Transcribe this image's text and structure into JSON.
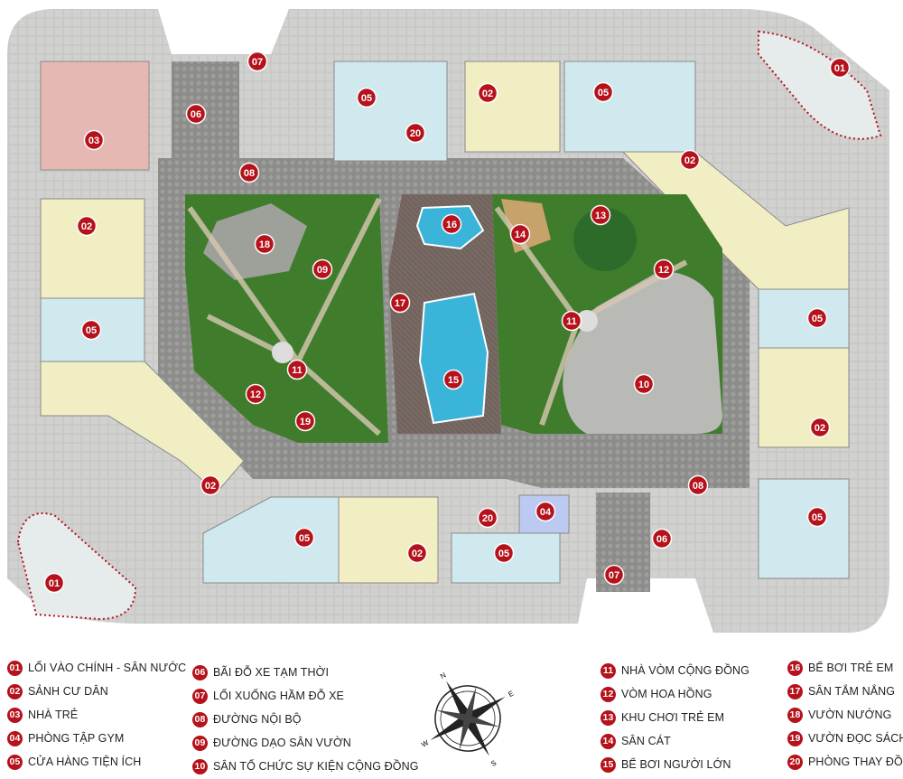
{
  "colors": {
    "marker": "#b5121b",
    "paving": "#c9c9c7",
    "road": "#8c8c8a",
    "garden": "#3f7d2c",
    "lawn": "#6ea84a",
    "pool": "#3bb4d9",
    "deck": "#7a6a62",
    "shop": "#cfe9ef",
    "lobby": "#f2eec4",
    "nursery": "#e6b8b3",
    "gym": "#bcc9f0",
    "plaza": "#b9b9b6"
  },
  "compass": {
    "n": "N",
    "e": "E",
    "s": "S",
    "w": "W"
  },
  "map_markers": [
    "01",
    "01",
    "02",
    "02",
    "02",
    "02",
    "02",
    "02",
    "03",
    "04",
    "05",
    "05",
    "05",
    "05",
    "05",
    "05",
    "05",
    "06",
    "06",
    "07",
    "07",
    "08",
    "08",
    "09",
    "10",
    "11",
    "11",
    "12",
    "12",
    "13",
    "14",
    "15",
    "16",
    "17",
    "18",
    "19",
    "20",
    "20"
  ],
  "legend": [
    {
      "num": "01",
      "label": "LỐI VÀO CHÍNH - SÂN NƯỚC"
    },
    {
      "num": "02",
      "label": "SẢNH CƯ DÂN"
    },
    {
      "num": "03",
      "label": "NHÀ TRẺ"
    },
    {
      "num": "04",
      "label": "PHÒNG TẬP GYM"
    },
    {
      "num": "05",
      "label": "CỬA HÀNG TIỆN ÍCH"
    },
    {
      "num": "06",
      "label": "BÃI ĐỖ XE TẠM THỜI"
    },
    {
      "num": "07",
      "label": "LỐI XUỐNG HẦM ĐỖ XE"
    },
    {
      "num": "08",
      "label": "ĐƯỜNG NỘI BỘ"
    },
    {
      "num": "09",
      "label": "ĐƯỜNG DẠO SÂN VƯỜN"
    },
    {
      "num": "10",
      "label": "SÂN TỔ CHỨC SỰ KIỆN CỘNG ĐỒNG"
    },
    {
      "num": "11",
      "label": "NHÀ VÒM CỘNG ĐỒNG"
    },
    {
      "num": "12",
      "label": "VÒM HOA HỒNG"
    },
    {
      "num": "13",
      "label": "KHU CHƠI TRẺ EM"
    },
    {
      "num": "14",
      "label": "SÂN CÁT"
    },
    {
      "num": "15",
      "label": "BỂ BƠI NGƯỜI LỚN"
    },
    {
      "num": "16",
      "label": "BỂ BƠI TRẺ EM"
    },
    {
      "num": "17",
      "label": "SÂN TẮM NẮNG"
    },
    {
      "num": "18",
      "label": "VƯỜN NƯỚNG"
    },
    {
      "num": "19",
      "label": "VƯỜN ĐỌC SÁCH"
    },
    {
      "num": "20",
      "label": "PHÒNG THAY ĐỒ"
    }
  ]
}
